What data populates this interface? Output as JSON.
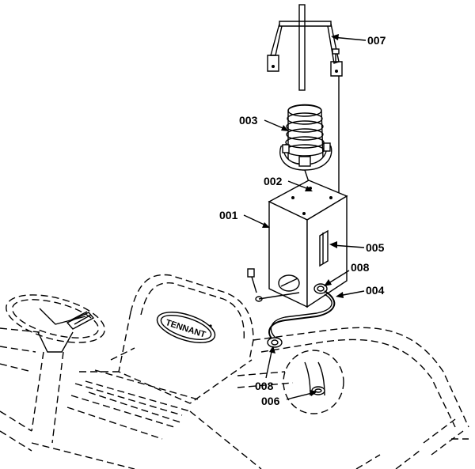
{
  "brand": {
    "seat_logo_text": "TENNANT"
  },
  "callouts": {
    "c007": "007",
    "c003": "003",
    "c002": "002",
    "c001": "001",
    "c005": "005",
    "c008a": "008",
    "c004": "004",
    "c008b": "008",
    "c006": "006"
  },
  "colors": {
    "line": "#000000",
    "background": "#ffffff"
  }
}
